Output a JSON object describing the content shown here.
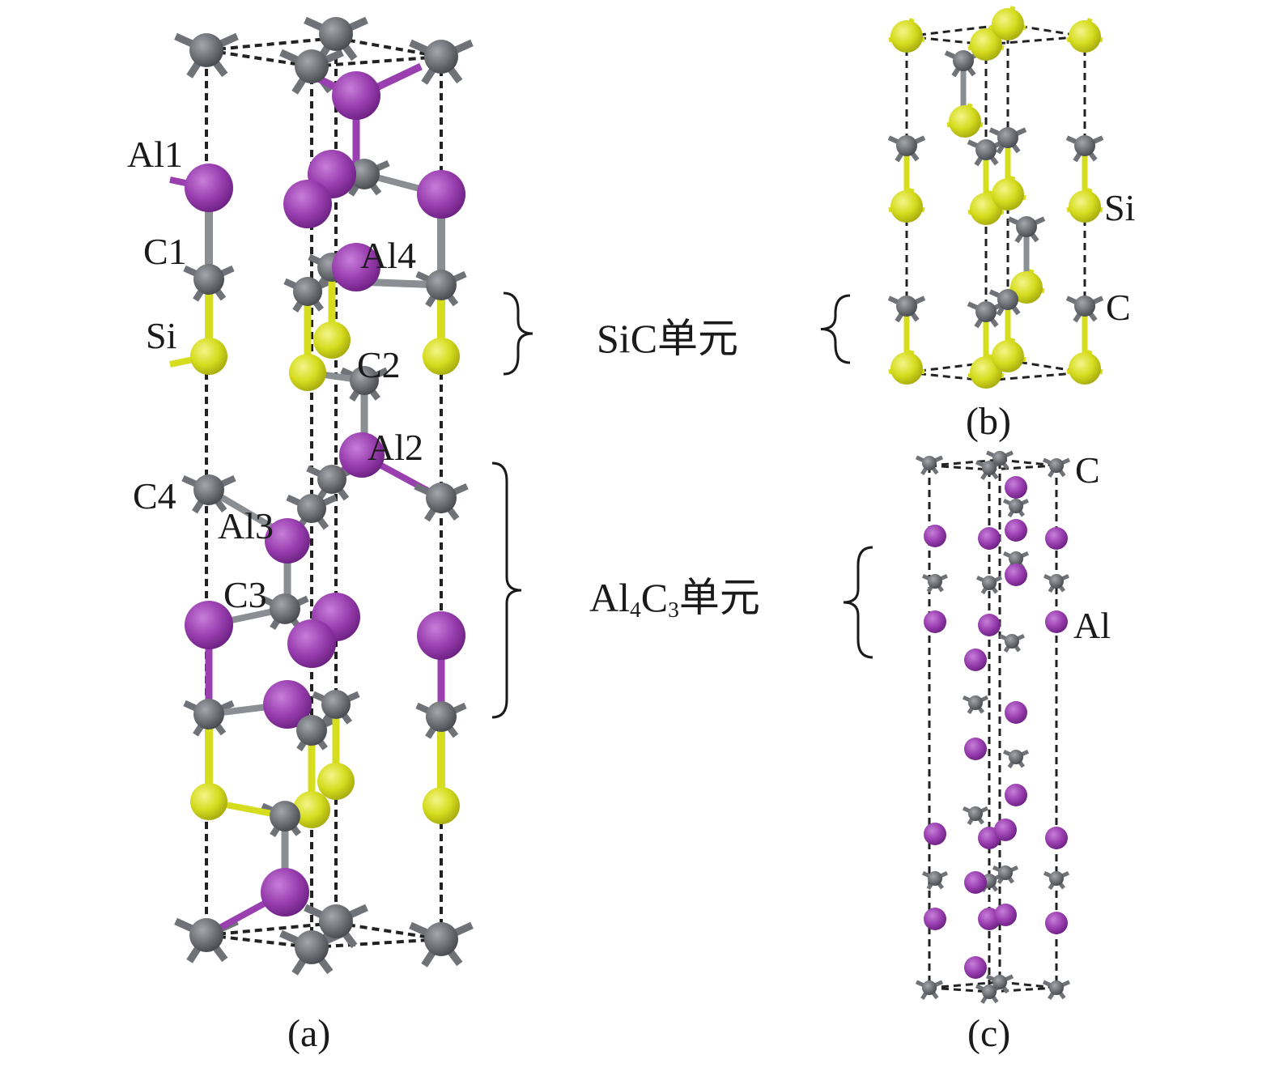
{
  "panel_a": {
    "caption": "(a)",
    "labels": {
      "al1": "Al1",
      "c1": "C1",
      "si": "Si",
      "al4": "Al4",
      "c2": "C2",
      "al2": "Al2",
      "c4": "C4",
      "al3": "Al3",
      "c3": "C3"
    }
  },
  "panel_b": {
    "caption": "(b)",
    "labels": {
      "si": "Si",
      "c": "C"
    }
  },
  "panel_c": {
    "caption": "(c)",
    "labels": {
      "c": "C",
      "al": "Al"
    }
  },
  "units": {
    "sic": "SiC单元",
    "al4c3": {
      "al": "Al",
      "sub1": "4",
      "c": "C",
      "sub2": "3",
      "suffix": "单元"
    }
  },
  "colors": {
    "al_atom": "#9a3fb0",
    "c_atom": "#6f7378",
    "si_atom": "#d6dc1e",
    "cell_edge": "#222222",
    "text": "#1a1a1a"
  }
}
